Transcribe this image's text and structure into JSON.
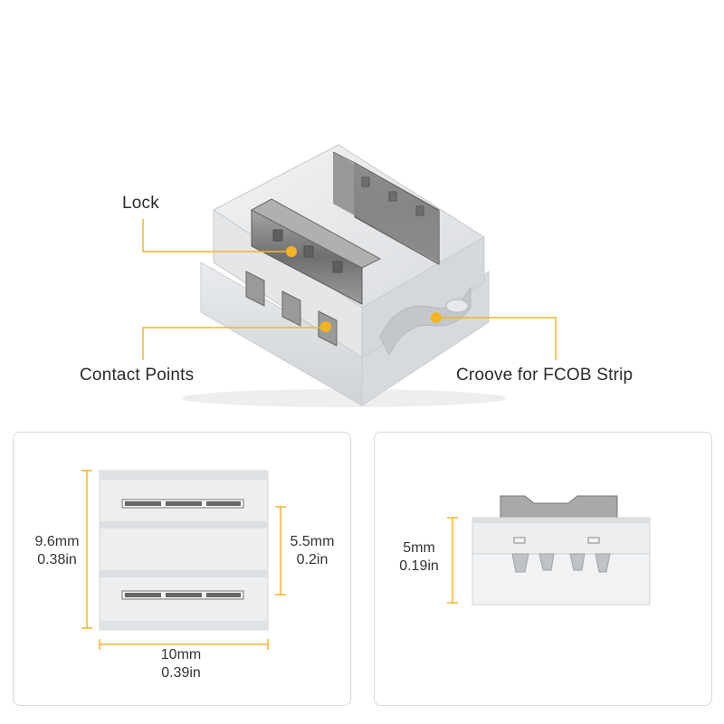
{
  "callouts": {
    "lock": "Lock",
    "contact_points": "Contact Points",
    "groove": "Croove for FCOB Strip"
  },
  "dimensions": {
    "height_mm": "9.6mm",
    "height_in": "0.38in",
    "inner_mm": "5.5mm",
    "inner_in": "0.2in",
    "width_mm": "10mm",
    "width_in": "0.39in",
    "depth_mm": "5mm",
    "depth_in": "0.19in"
  },
  "colors": {
    "accent": "#f5b324",
    "body": "#e6e8ea",
    "metal": "#8c8c8c"
  }
}
